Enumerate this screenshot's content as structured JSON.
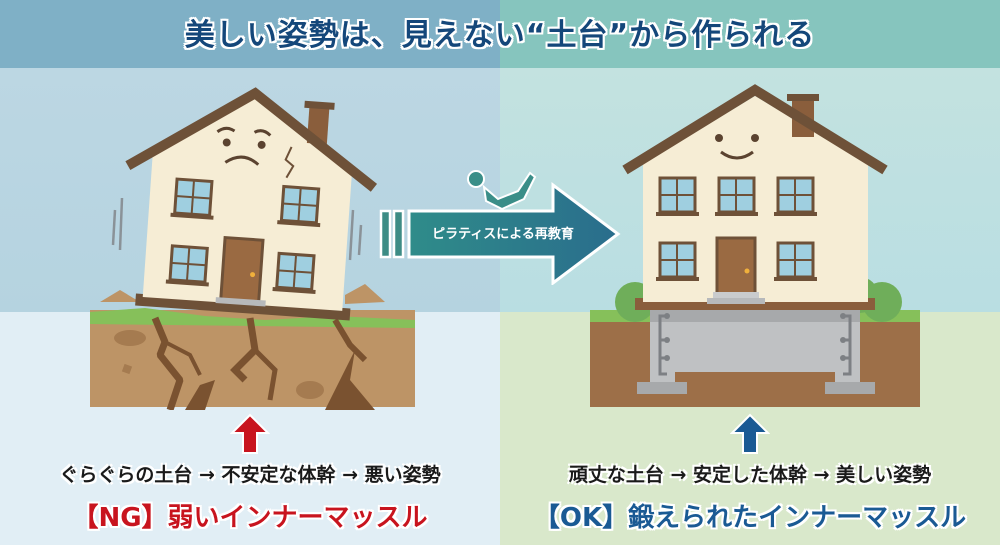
{
  "title": "美しい姿勢は、見えない“土台”から作られる",
  "center": {
    "arrow_label": "ピラティスによる再教育",
    "icon": "pilates-figure-icon",
    "colors": {
      "arrow_start": "#2f8c8a",
      "arrow_end": "#2a6d8c"
    }
  },
  "left_panel": {
    "house_expression": "sad",
    "foundation": "cracked-soil",
    "caption": "ぐらぐらの土台 → 不安定な体幹 → 悪い姿勢",
    "verdict": "【NG】弱いインナーマッスル",
    "arrow_color": "#c8141e",
    "verdict_color": "#c8141e"
  },
  "right_panel": {
    "house_expression": "smiling",
    "foundation": "reinforced-concrete",
    "caption": "頑丈な土台 → 安定した体幹 → 美しい姿勢",
    "verdict": "【OK】鍛えられたインナーマッスル",
    "arrow_color": "#1a5a94",
    "verdict_color": "#1a5a94"
  }
}
